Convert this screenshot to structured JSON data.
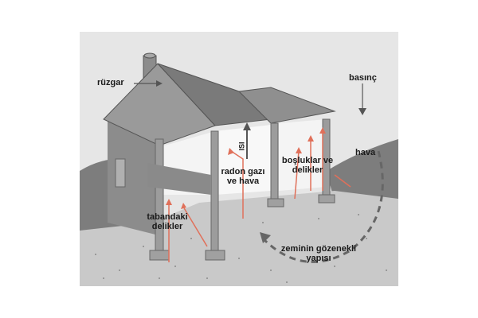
{
  "diagram": {
    "type": "radon entry into house (cross-section illustration)",
    "labels": {
      "wind": "rüzgar",
      "pressure": "basınç",
      "air": "hava",
      "heat": "ISI",
      "radon_gas_and_air_line1": "radon gazı",
      "radon_gas_and_air_line2": "ve hava",
      "gaps_and_holes_line1": "boşluklar ve",
      "gaps_and_holes_line2": "delikler",
      "floor_holes_line1": "tabandaki",
      "floor_holes_line2": "delikler",
      "porous_soil_line1": "zeminin gözenekli",
      "porous_soil_line2": "yapısı"
    },
    "colors": {
      "background": "#ffffff",
      "sky": "#e6e6e6",
      "roof": "#9a9a9a",
      "roof_dark": "#7a7a7a",
      "wall": "#8c8c8c",
      "interior": "#f4f4f4",
      "soil": "#c9c9c9",
      "hill": "#7d7d7d",
      "radon_arrow": "#e0705a",
      "arrow_gray": "#666666"
    }
  }
}
